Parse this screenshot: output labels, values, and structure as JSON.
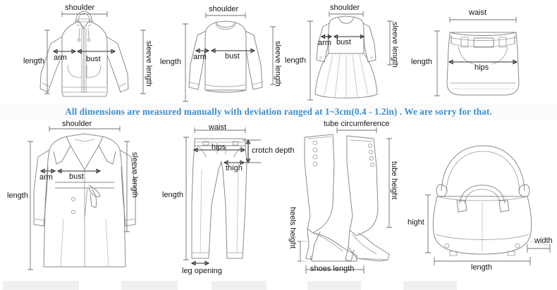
{
  "banner": {
    "text": "All dimensions are measured manually with deviation ranged at 1~3cm(0.4 - 1.2in) . We are sorry for that.",
    "color": "#3d8fd0"
  },
  "panels": [
    {
      "id": "hoodie",
      "name": "hooded-jacket",
      "labels": {
        "shoulder": "shoulder",
        "length": "length",
        "arm": "arm",
        "bust": "bust",
        "sleeve_length": "sleeve length"
      }
    },
    {
      "id": "sweater",
      "name": "sweatshirt",
      "labels": {
        "shoulder": "shoulder",
        "length": "length",
        "arm": "arm",
        "bust": "bust",
        "sleeve_length": "sleeve length"
      }
    },
    {
      "id": "dress",
      "name": "dress",
      "labels": {
        "shoulder": "shoulder",
        "length": "length",
        "arm": "arm",
        "bust": "bust",
        "sleeve_length": "sleeve length"
      }
    },
    {
      "id": "skirt",
      "name": "skirt",
      "labels": {
        "waist": "waist",
        "length": "length",
        "hips": "hips"
      }
    },
    {
      "id": "coat",
      "name": "trench-coat",
      "labels": {
        "shoulder": "shoulder",
        "length": "length",
        "arm": "arm",
        "bust": "bust",
        "sleeve_length": "sleeve length"
      }
    },
    {
      "id": "pants",
      "name": "pants",
      "labels": {
        "waist": "waist",
        "hips": "hips",
        "crotch_depth": "crotch depth",
        "thigh": "thigh",
        "length": "length",
        "leg_opening": "leg opening"
      }
    },
    {
      "id": "boots",
      "name": "boots",
      "labels": {
        "tube_circumference": "tube circumference",
        "tube_height": "tube height",
        "heels_height": "heels height",
        "shoes_length": "shoes length"
      }
    },
    {
      "id": "bag",
      "name": "handbag",
      "labels": {
        "hight": "hight",
        "width": "width",
        "length": "length"
      }
    }
  ]
}
